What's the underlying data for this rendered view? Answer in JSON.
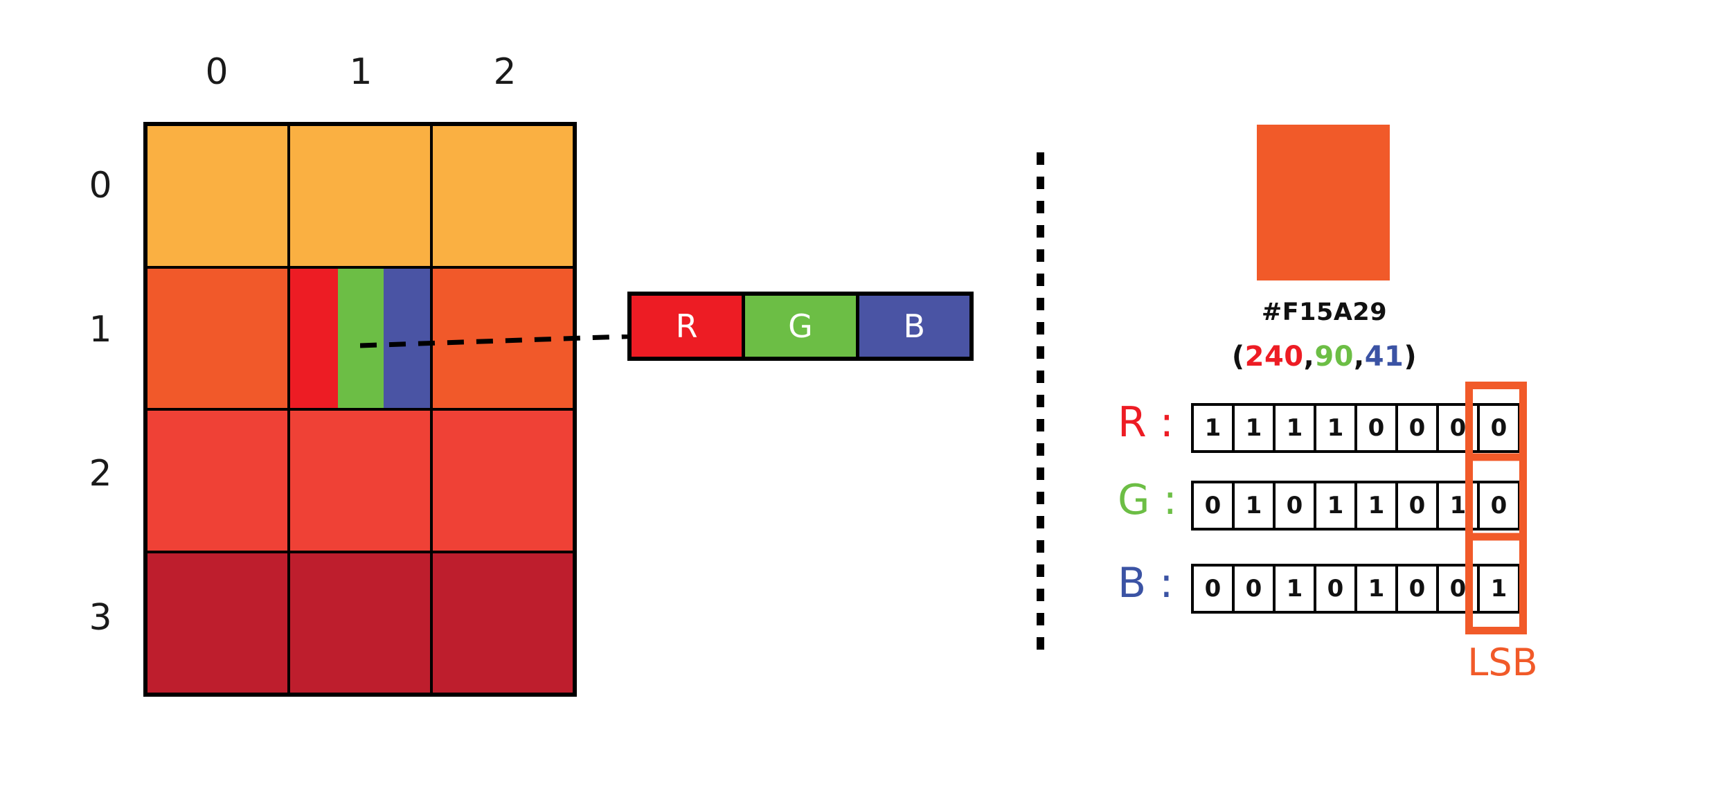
{
  "palette": {
    "row0": "#FAB042",
    "row1": "#F1592A",
    "row2": "#EF4136",
    "row3": "#BE1E2D",
    "pure_red": "#ED1C24",
    "pure_green": "#6CBE45",
    "pure_blue": "#4A54A4",
    "accent_orange": "#F15A29",
    "stroke": "#000000",
    "label_red": "#ED1C24",
    "label_green": "#6CBE45",
    "label_blue": "#3B53A4",
    "text": "#111111"
  },
  "grid": {
    "column_headers": [
      "0",
      "1",
      "2"
    ],
    "row_headers": [
      "0",
      "1",
      "2",
      "3"
    ],
    "rows": [
      [
        {
          "type": "solid",
          "color": "#FAB042"
        },
        {
          "type": "solid",
          "color": "#FAB042"
        },
        {
          "type": "solid",
          "color": "#FAB042"
        }
      ],
      [
        {
          "type": "solid",
          "color": "#F1592A"
        },
        {
          "type": "split",
          "color": "#F1592A",
          "sub": [
            "#ED1C24",
            "#6CBE45",
            "#4A54A4"
          ]
        },
        {
          "type": "solid",
          "color": "#F1592A"
        }
      ],
      [
        {
          "type": "solid",
          "color": "#EF4136"
        },
        {
          "type": "solid",
          "color": "#EF4136"
        },
        {
          "type": "solid",
          "color": "#EF4136"
        }
      ],
      [
        {
          "type": "solid",
          "color": "#BE1E2D"
        },
        {
          "type": "solid",
          "color": "#BE1E2D"
        },
        {
          "type": "solid",
          "color": "#BE1E2D"
        }
      ]
    ]
  },
  "rgb_strip": {
    "channels": [
      {
        "label": "R",
        "color": "#ED1C24"
      },
      {
        "label": "G",
        "color": "#6CBE45"
      },
      {
        "label": "B",
        "color": "#4A54A4"
      }
    ]
  },
  "color_detail": {
    "swatch_color": "#F15A29",
    "hex_label": "#F15A29",
    "rgb_tuple": {
      "open": "(",
      "r": "240",
      "sep1": ",",
      "g": "90",
      "sep2": ",",
      "b": "41",
      "close": ")"
    }
  },
  "bit_rows": [
    {
      "id": "R",
      "label": "R :",
      "color": "#ED1C24",
      "bits": [
        "1",
        "1",
        "1",
        "1",
        "0",
        "0",
        "0",
        "0"
      ]
    },
    {
      "id": "G",
      "label": "G :",
      "color": "#6CBE45",
      "bits": [
        "0",
        "1",
        "0",
        "1",
        "1",
        "0",
        "1",
        "0"
      ]
    },
    {
      "id": "B",
      "label": "B :",
      "color": "#3B53A4",
      "bits": [
        "0",
        "0",
        "1",
        "0",
        "1",
        "0",
        "0",
        "1"
      ]
    }
  ],
  "lsb": {
    "label": "LSB",
    "color": "#F15A29"
  }
}
